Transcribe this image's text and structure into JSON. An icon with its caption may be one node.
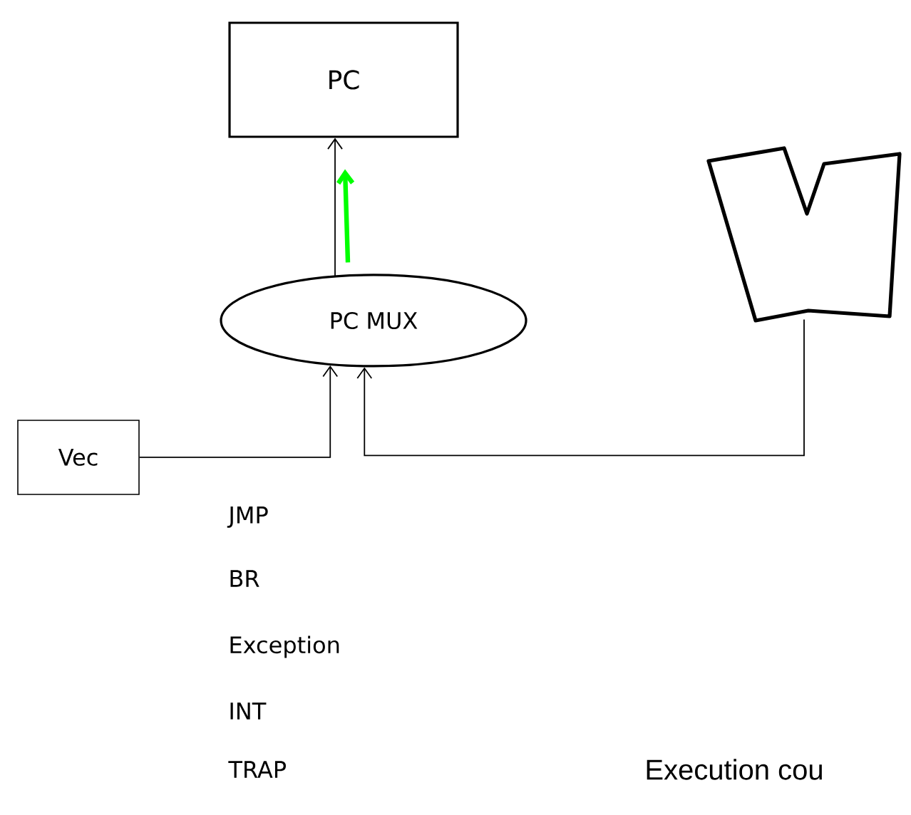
{
  "diagram": {
    "nodes": [
      {
        "text": [
          "PC"
        ]
      },
      {
        "text": [
          "PC MUX"
        ]
      },
      {
        "text": [
          "Vec"
        ]
      },
      {
        "text": [],
        "shape": "trapezoid"
      }
    ],
    "edges": [
      {
        "from": 1,
        "to": 0,
        "arrow": "to"
      },
      {
        "from": 1,
        "to": 0,
        "arrow": "to",
        "style": "thick",
        "color": "#00ff00"
      },
      {
        "from": 2,
        "to": 1,
        "arrow": "to"
      },
      {
        "from": 3,
        "to": 1,
        "arrow": "to"
      }
    ],
    "labels": [
      "JMP",
      "BR",
      "Exception",
      "INT",
      "TRAP",
      "Execution cou"
    ]
  }
}
